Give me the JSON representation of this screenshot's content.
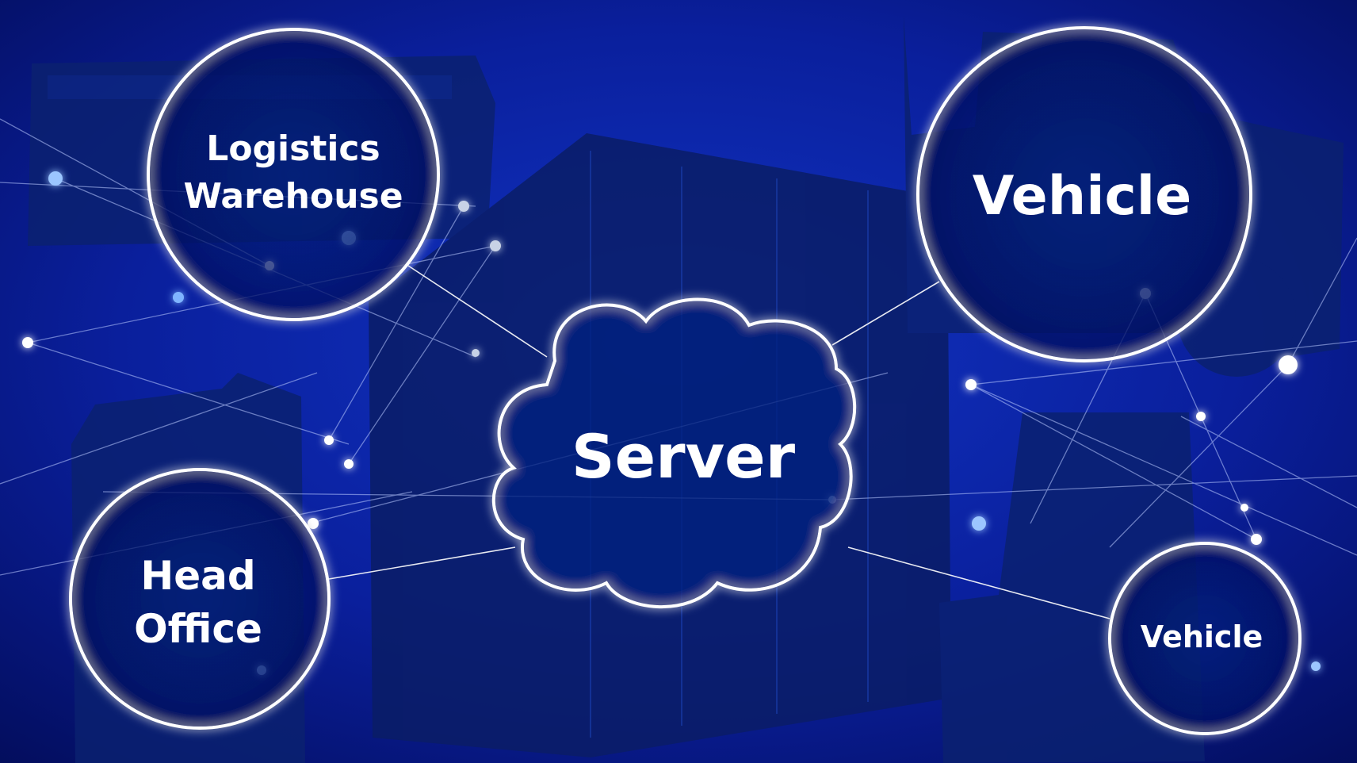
{
  "diagram": {
    "center": {
      "label": "Server"
    },
    "nodes": [
      {
        "key": "warehouse",
        "lines": [
          "Logistics",
          "Warehouse"
        ]
      },
      {
        "key": "head-office",
        "lines": [
          "Head",
          "Office"
        ]
      },
      {
        "key": "vehicle-large",
        "lines": [
          "Vehicle"
        ]
      },
      {
        "key": "vehicle-small",
        "lines": [
          "Vehicle"
        ]
      }
    ],
    "connections": [
      [
        "warehouse",
        "server"
      ],
      [
        "head-office",
        "server"
      ],
      [
        "vehicle-large",
        "server"
      ],
      [
        "vehicle-small",
        "server"
      ]
    ]
  },
  "colors": {
    "background_top": "#0a1f9c",
    "background_bottom": "#020a55",
    "silhouette": "#0b2170",
    "ring": "#ffffff",
    "glow": "#9cc6ff"
  }
}
